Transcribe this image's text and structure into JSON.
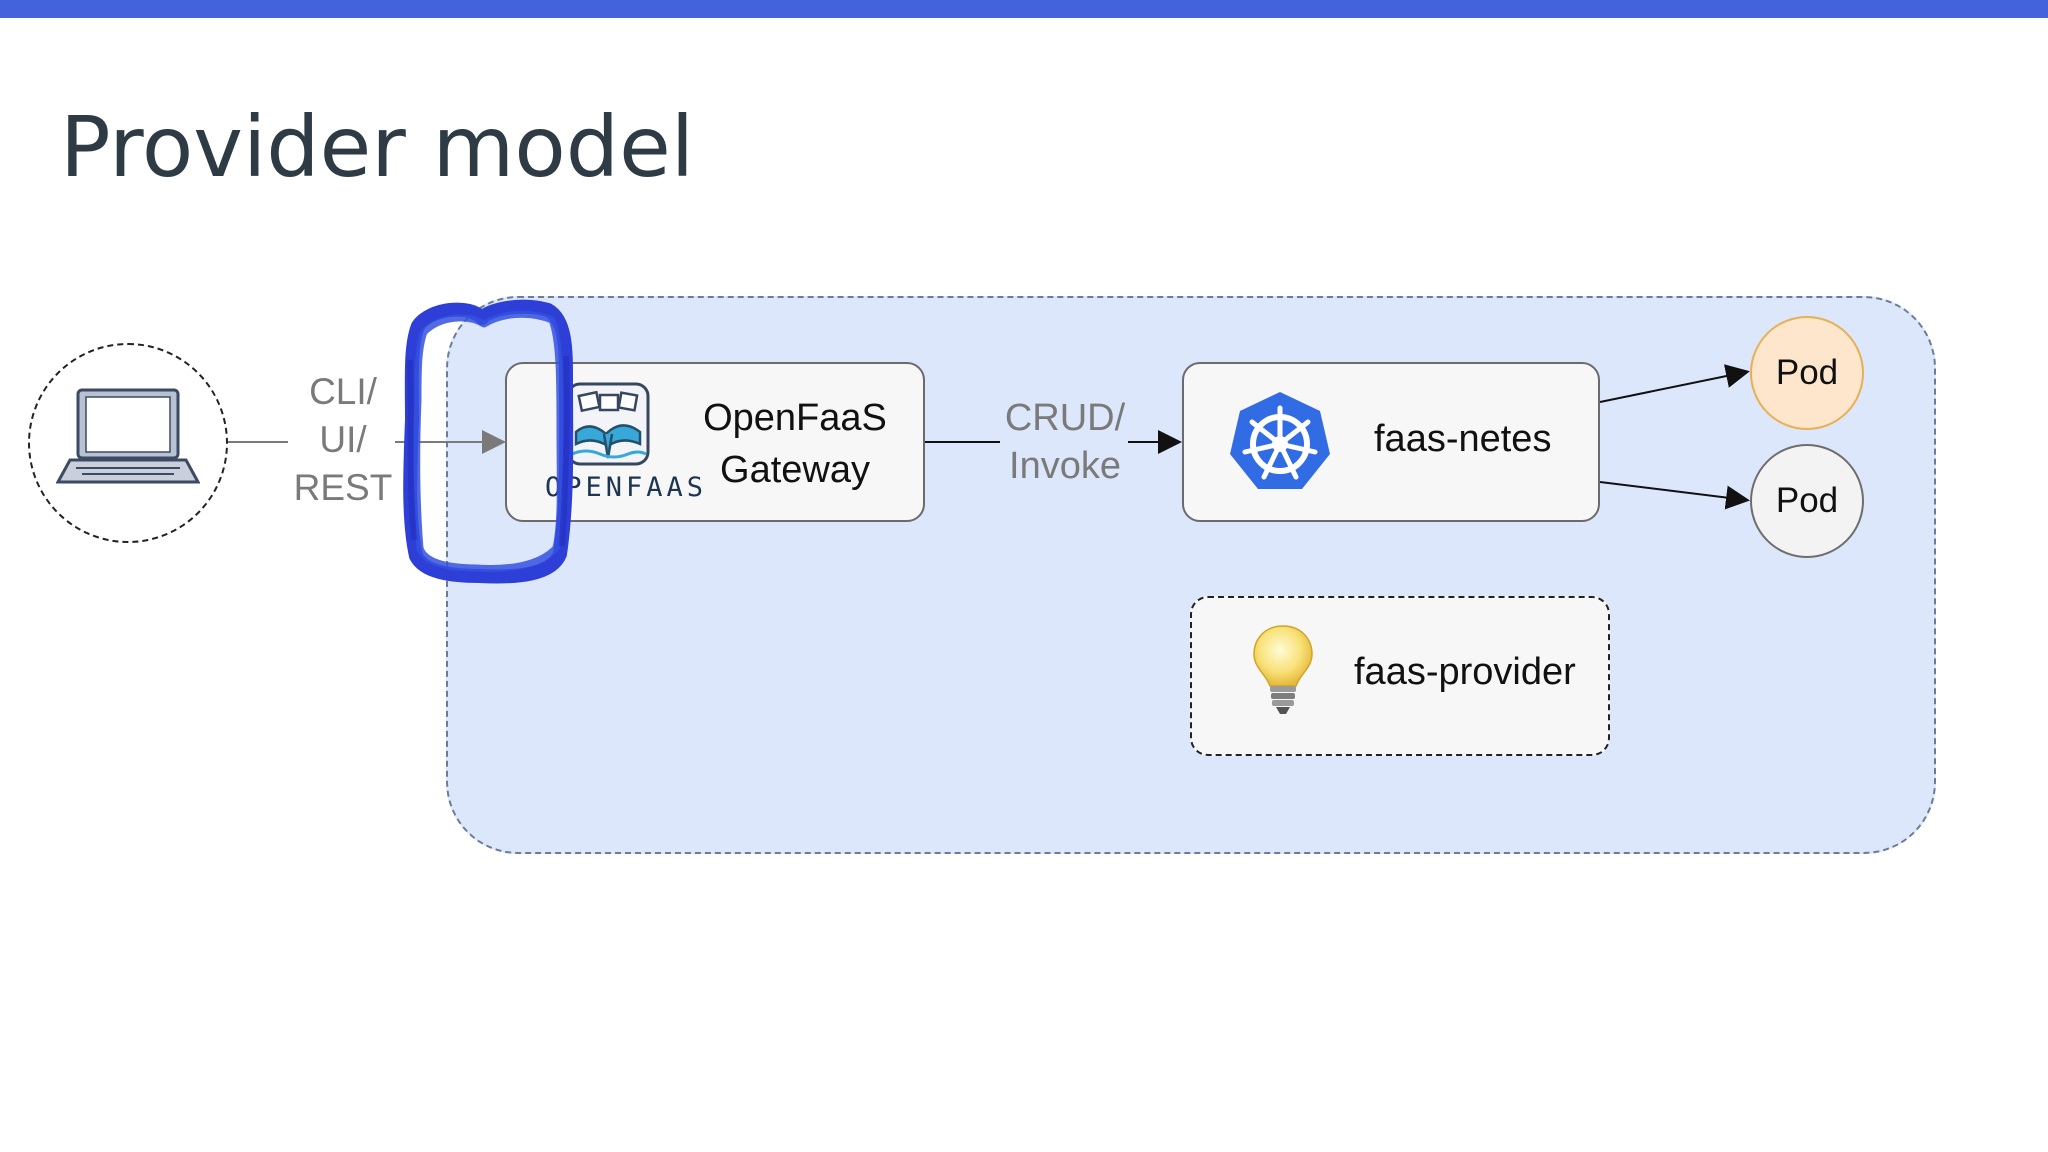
{
  "slide": {
    "title": "Provider model",
    "accent_color": "#4263dc"
  },
  "client": {
    "icon": "laptop-icon",
    "label_lines": [
      "CLI/",
      "UI/",
      "REST"
    ]
  },
  "gateway": {
    "logo_icon": "openfaas-whale-icon",
    "logo_text": "OPENFAAS",
    "label_lines": [
      "OpenFaaS",
      "Gateway"
    ]
  },
  "connector": {
    "label_lines": [
      "CRUD/",
      "Invoke"
    ]
  },
  "kubernetes": {
    "logo_icon": "kubernetes-helm-icon",
    "label": "faas-netes"
  },
  "provider": {
    "icon": "lightbulb-icon",
    "label": "faas-provider"
  },
  "pods": [
    {
      "label": "Pod",
      "color": "#fde6cb"
    },
    {
      "label": "Pod",
      "color": "#f3f3f3"
    }
  ],
  "colors": {
    "region_fill": "#dde7fb",
    "kubernetes_blue": "#326ce5",
    "annotation_blue": "#2d3fd6"
  }
}
